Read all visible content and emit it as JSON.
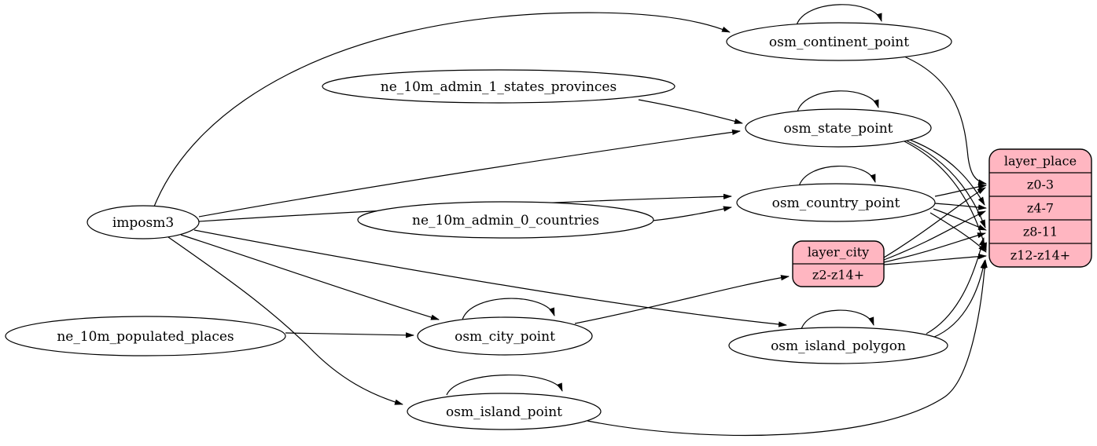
{
  "diagram": {
    "type": "etl-graph",
    "colors": {
      "background": "#ffffff",
      "node_fill": "#ffffff",
      "record_fill": "#ffb6c1",
      "stroke": "#000000",
      "text": "#000000"
    },
    "nodes": {
      "imposm3": {
        "label": "imposm3",
        "shape": "ellipse"
      },
      "ne_10m_admin_1_states_provinces": {
        "label": "ne_10m_admin_1_states_provinces",
        "shape": "ellipse"
      },
      "ne_10m_admin_0_countries": {
        "label": "ne_10m_admin_0_countries",
        "shape": "ellipse"
      },
      "ne_10m_populated_places": {
        "label": "ne_10m_populated_places",
        "shape": "ellipse"
      },
      "osm_continent_point": {
        "label": "osm_continent_point",
        "shape": "ellipse",
        "self_loop": true
      },
      "osm_state_point": {
        "label": "osm_state_point",
        "shape": "ellipse",
        "self_loop": true
      },
      "osm_country_point": {
        "label": "osm_country_point",
        "shape": "ellipse",
        "self_loop": true
      },
      "osm_city_point": {
        "label": "osm_city_point",
        "shape": "ellipse",
        "self_loop": true
      },
      "osm_island_polygon": {
        "label": "osm_island_polygon",
        "shape": "ellipse",
        "self_loop": true
      },
      "osm_island_point": {
        "label": "osm_island_point",
        "shape": "ellipse",
        "self_loop": true
      },
      "layer_place": {
        "label": "layer_place",
        "shape": "record",
        "rows": [
          "z0-3",
          "z4-7",
          "z8-11",
          "z12-z14+"
        ]
      },
      "layer_city": {
        "label": "layer_city",
        "shape": "record",
        "rows": [
          "z2-z14+"
        ]
      }
    },
    "edges": [
      {
        "from": "imposm3",
        "to": "osm_continent_point"
      },
      {
        "from": "imposm3",
        "to": "osm_state_point"
      },
      {
        "from": "imposm3",
        "to": "osm_country_point"
      },
      {
        "from": "imposm3",
        "to": "osm_city_point"
      },
      {
        "from": "imposm3",
        "to": "osm_island_polygon"
      },
      {
        "from": "imposm3",
        "to": "osm_island_point"
      },
      {
        "from": "ne_10m_admin_1_states_provinces",
        "to": "osm_state_point"
      },
      {
        "from": "ne_10m_admin_0_countries",
        "to": "osm_country_point"
      },
      {
        "from": "ne_10m_populated_places",
        "to": "osm_city_point"
      },
      {
        "from": "osm_continent_point",
        "to": "osm_continent_point"
      },
      {
        "from": "osm_state_point",
        "to": "osm_state_point"
      },
      {
        "from": "osm_country_point",
        "to": "osm_country_point"
      },
      {
        "from": "osm_city_point",
        "to": "osm_city_point"
      },
      {
        "from": "osm_island_polygon",
        "to": "osm_island_polygon"
      },
      {
        "from": "osm_island_point",
        "to": "osm_island_point"
      },
      {
        "from": "osm_continent_point",
        "to": "layer_place:z0-3"
      },
      {
        "from": "osm_country_point",
        "to": "layer_place:z0-3"
      },
      {
        "from": "osm_country_point",
        "to": "layer_place:z4-7"
      },
      {
        "from": "osm_country_point",
        "to": "layer_place:z8-11"
      },
      {
        "from": "osm_country_point",
        "to": "layer_place:z12-z14+"
      },
      {
        "from": "osm_state_point",
        "to": "layer_place:z4-7"
      },
      {
        "from": "osm_state_point",
        "to": "layer_place:z8-11"
      },
      {
        "from": "osm_state_point",
        "to": "layer_place:z12-z14+"
      },
      {
        "from": "osm_city_point",
        "to": "layer_city:z2-z14+"
      },
      {
        "from": "layer_city:z2-z14+",
        "to": "layer_place:z0-3"
      },
      {
        "from": "layer_city:z2-z14+",
        "to": "layer_place:z4-7"
      },
      {
        "from": "layer_city:z2-z14+",
        "to": "layer_place:z8-11"
      },
      {
        "from": "layer_city:z2-z14+",
        "to": "layer_place:z12-z14+"
      },
      {
        "from": "osm_island_polygon",
        "to": "layer_place:z8-11"
      },
      {
        "from": "osm_island_polygon",
        "to": "layer_place:z12-z14+"
      },
      {
        "from": "osm_island_point",
        "to": "layer_place:z12-z14+"
      }
    ]
  }
}
